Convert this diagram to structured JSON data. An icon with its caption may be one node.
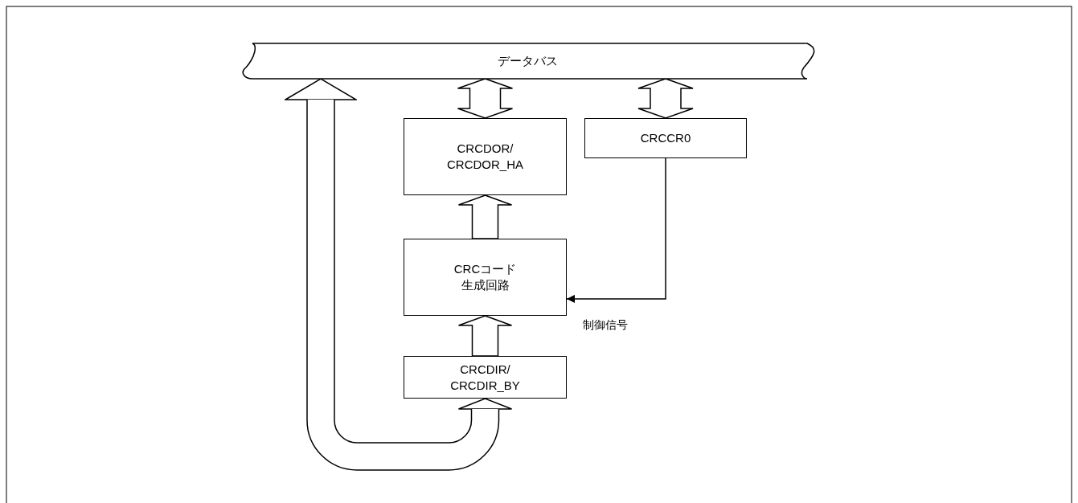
{
  "diagram": {
    "nodes": [
      {
        "text": [
          "データバス"
        ]
      },
      {
        "text": [
          "CRCDOR/ CRCDOR_HA"
        ]
      },
      {
        "text": [
          "CRCCR0"
        ]
      },
      {
        "text": [
          "CRCコード生成回路"
        ]
      },
      {
        "text": [
          "CRCDIR/ CRCDIR_BY"
        ]
      }
    ],
    "edges": [
      {
        "from": 0,
        "to": 1,
        "arrow": "both",
        "style": "thick"
      },
      {
        "from": 0,
        "to": 2,
        "arrow": "both",
        "style": "thick"
      },
      {
        "from": 3,
        "to": 1,
        "arrow": "to",
        "style": "thick"
      },
      {
        "from": 2,
        "to": 3,
        "arrow": "to",
        "label": "制御信号"
      },
      {
        "from": 4,
        "to": 3,
        "arrow": "to",
        "style": "thick"
      },
      {
        "from": 0,
        "to": 4,
        "arrow": "both",
        "style": "thick"
      }
    ]
  }
}
